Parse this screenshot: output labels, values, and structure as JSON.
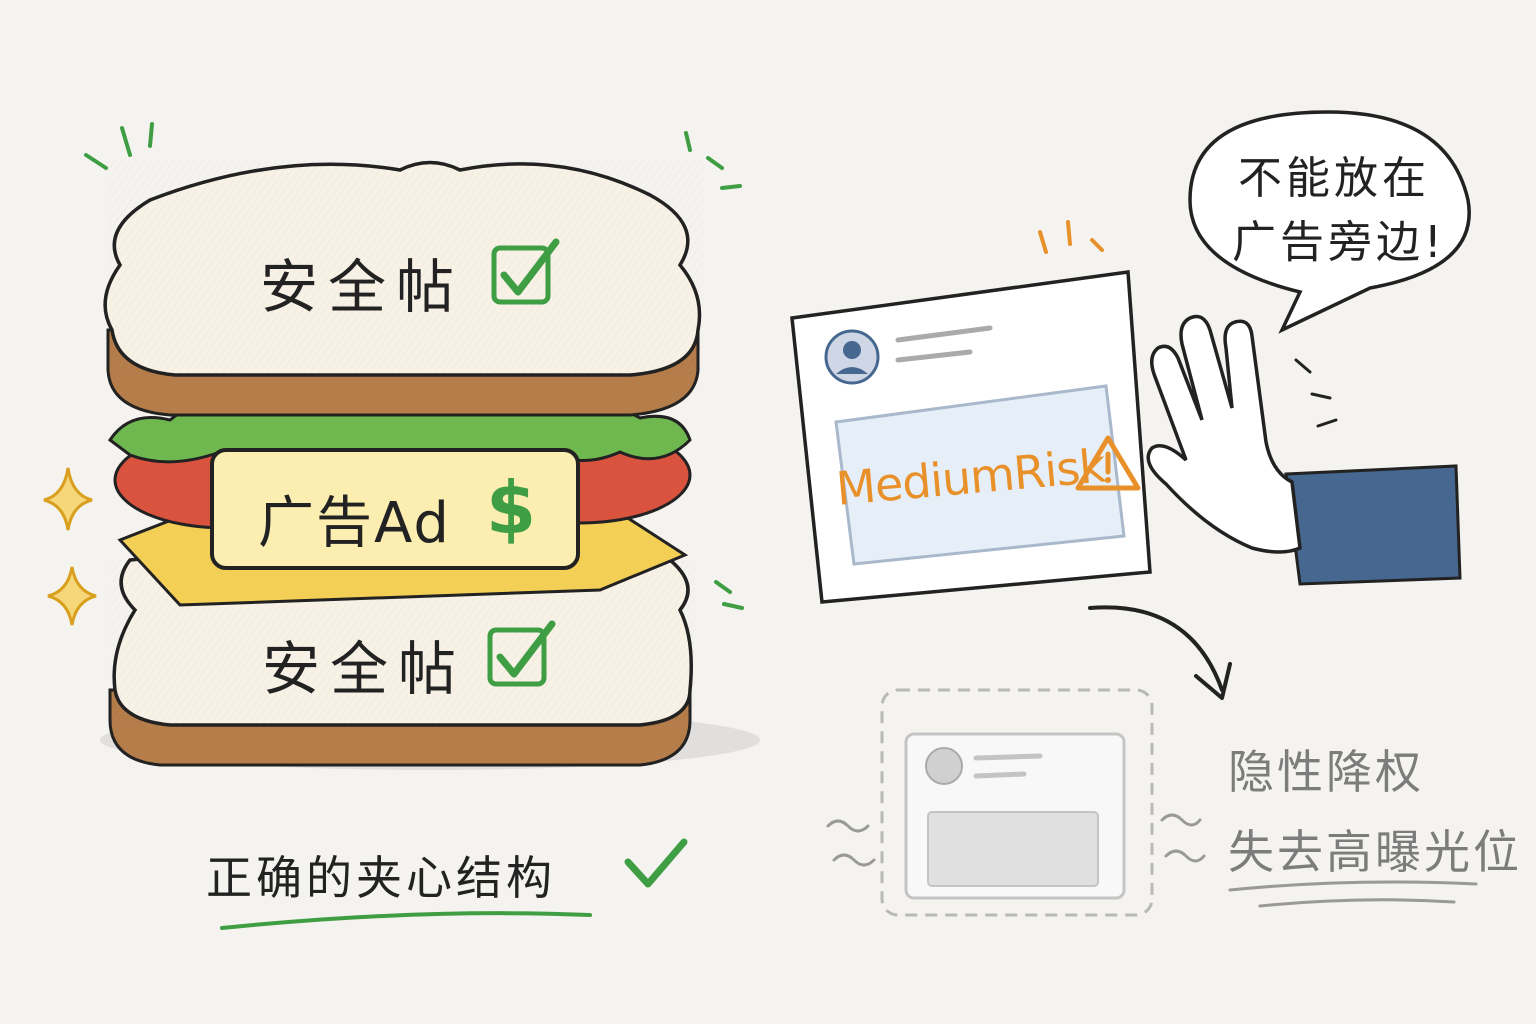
{
  "sandwich": {
    "top_bread_label": "安全帖",
    "ad_label": "广告Ad",
    "ad_symbol": "$",
    "bottom_bread_label": "安全帖"
  },
  "caption": "正确的夹心结构",
  "post_card": {
    "risk_label": "MediumRisk"
  },
  "speech_bubble": {
    "line1": "不能放在",
    "line2": "广告旁边!"
  },
  "outcome": {
    "line1": "隐性降权",
    "line2": "失去高曝光位"
  },
  "colors": {
    "safe_green": "#3f9e43",
    "risk_orange": "#e8912a",
    "ad_yellow": "#fbeeb0",
    "bread_crust": "#b47d4a",
    "tomato_red": "#d9533e",
    "lettuce_green": "#6fb84f",
    "cheese_yellow": "#f4cf55",
    "sleeve_blue": "#46678f",
    "faded_gray": "#b8b8b8"
  },
  "icons": [
    "checkbox-check-icon",
    "dollar-icon",
    "warning-icon",
    "avatar-icon",
    "stop-hand-icon",
    "check-icon",
    "sparkle-icon",
    "arrow-icon"
  ]
}
